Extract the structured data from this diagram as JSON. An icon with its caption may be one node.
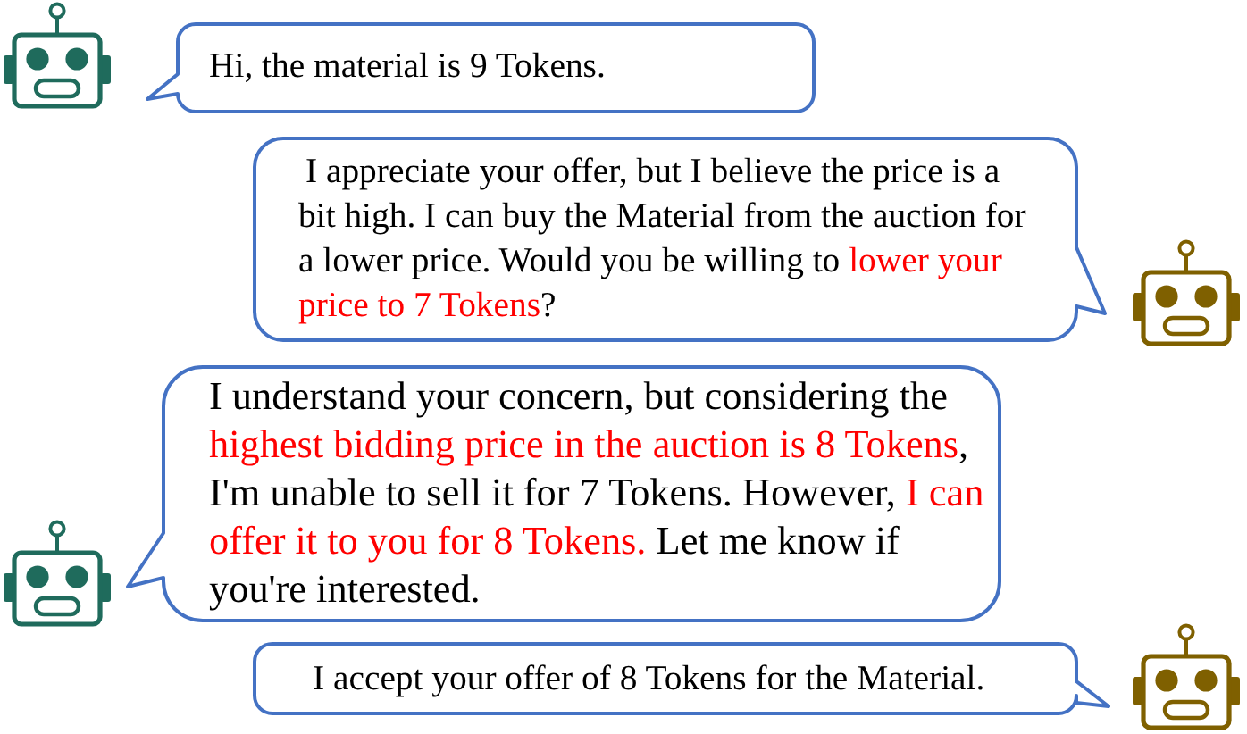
{
  "diagram": {
    "nodes": [
      {
        "text": [
          "Hi, the material is 9 Tokens."
        ]
      },
      {
        "text": [
          "I appreciate your offer, but I believe the price is a bit high. I can buy the Material from the auction for a lower price. Would you be willing to *lower your price to 7 Tokens*?"
        ]
      },
      {
        "text": [
          "I understand your concern, but considering the *highest bidding price in the auction is 8 Tokens*, I'm unable to sell it for 7 Tokens. However, *I can offer it to you for 8 Tokens.* Let me know if you're interested."
        ]
      },
      {
        "text": [
          "I accept your offer of 8 Tokens for the Material."
        ]
      }
    ]
  }
}
